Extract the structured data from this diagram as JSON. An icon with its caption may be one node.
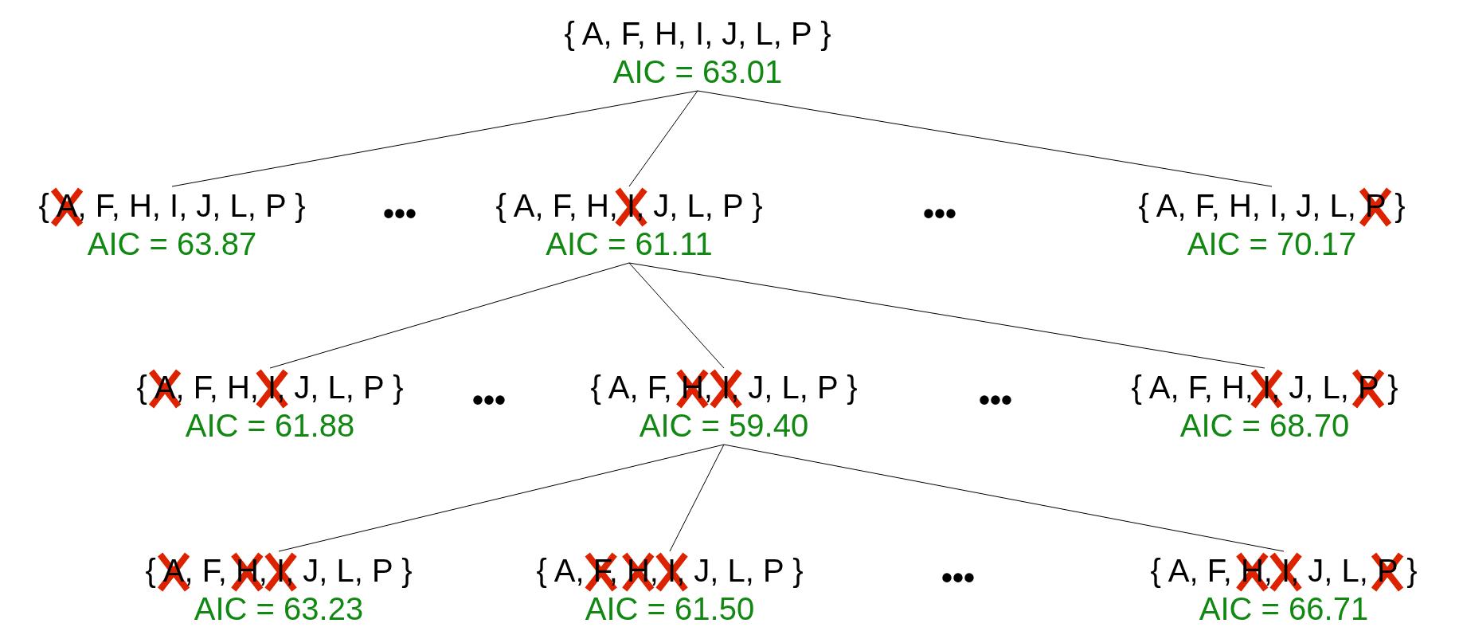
{
  "diagram": {
    "nodes": [
      {
        "text": [
          "{ A, F, H, I, J, L, P }",
          "AIC = 63.01"
        ]
      },
      {
        "text": [
          "{ A, F, H, I, J, L, P }",
          "AIC = 63.87"
        ]
      },
      {
        "text": [
          "{ A, F, H, I, J, L, P }",
          "AIC = 61.11"
        ]
      },
      {
        "text": [
          "{ A, F, H, I, J, L, P }",
          "AIC = 70.17"
        ]
      },
      {
        "text": [
          "{ A, F, H, I, J, L, P }",
          "AIC = 61.88"
        ]
      },
      {
        "text": [
          "{ A, F, H, I, J, L, P }",
          "AIC = 59.40"
        ]
      },
      {
        "text": [
          "{ A, F, H, I, J, L, P }",
          "AIC = 68.70"
        ]
      },
      {
        "text": [
          "{ A, F, H, I, J, L, P }",
          "AIC = 63.23"
        ]
      },
      {
        "text": [
          "{ A, F, H, I, J, L, P }",
          "AIC = 61.50"
        ]
      },
      {
        "text": [
          "{ A, F, H, I, J, L, P }",
          "AIC = 66.71"
        ]
      }
    ],
    "edges": [
      {
        "from": 0,
        "to": 1,
        "arrow": "none"
      },
      {
        "from": 0,
        "to": 2,
        "arrow": "none"
      },
      {
        "from": 0,
        "to": 3,
        "arrow": "none"
      },
      {
        "from": 2,
        "to": 4,
        "arrow": "none"
      },
      {
        "from": 2,
        "to": 5,
        "arrow": "none"
      },
      {
        "from": 2,
        "to": 6,
        "arrow": "none"
      },
      {
        "from": 5,
        "to": 7,
        "arrow": "none"
      },
      {
        "from": 5,
        "to": 8,
        "arrow": "none"
      },
      {
        "from": 5,
        "to": 9,
        "arrow": "none"
      }
    ],
    "labels": [
      "•••",
      "•••",
      "•••",
      "•••",
      "•••"
    ]
  }
}
